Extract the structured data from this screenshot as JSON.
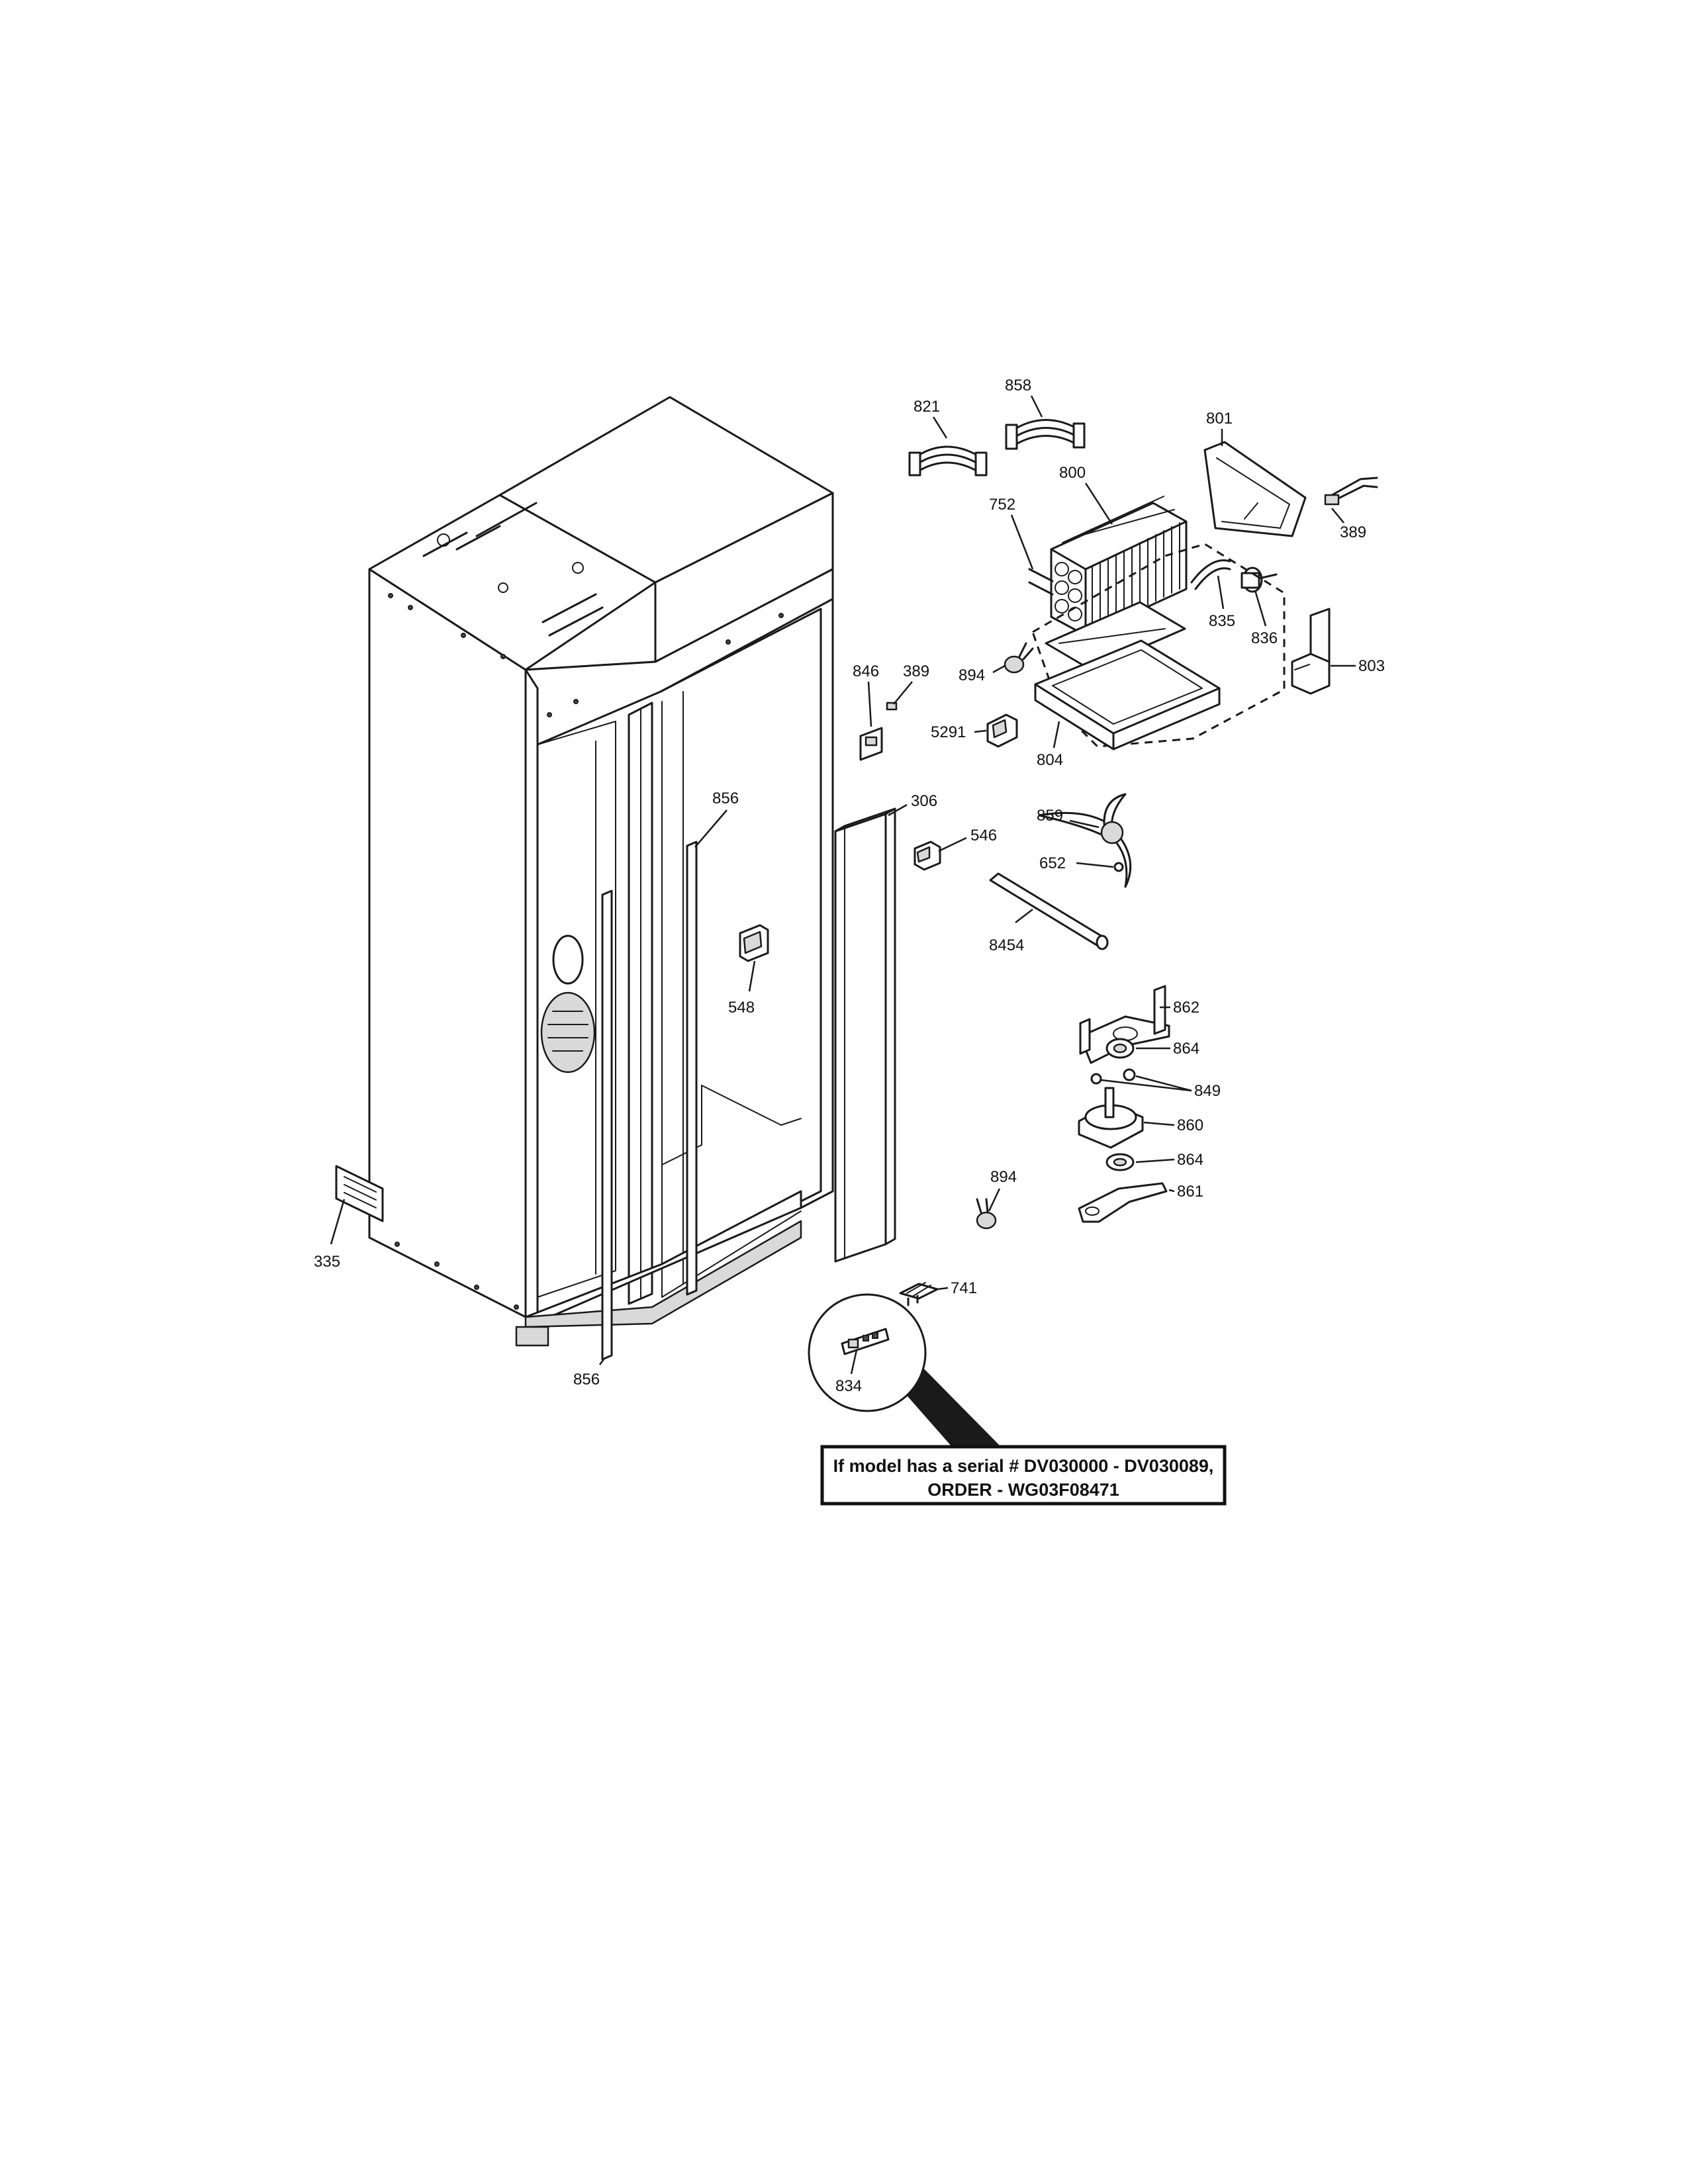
{
  "callouts": {
    "c821": "821",
    "c858": "858",
    "c801": "801",
    "c800": "800",
    "c752": "752",
    "c389a": "389",
    "c835": "835",
    "c836": "836",
    "c803": "803",
    "c846": "846",
    "c389b": "389",
    "c894a": "894",
    "c5291": "5291",
    "c804": "804",
    "c856a": "856",
    "c306": "306",
    "c546": "546",
    "c859": "859",
    "c652": "652",
    "c8454": "8454",
    "c548": "548",
    "c862": "862",
    "c864a": "864",
    "c849": "849",
    "c860": "860",
    "c864b": "864",
    "c861": "861",
    "c894b": "894",
    "c741": "741",
    "c335": "335",
    "c856b": "856",
    "c834": "834"
  },
  "note": {
    "line1": "If model has a serial # DV030000 - DV030089,",
    "line2": "ORDER - WG03F08471"
  }
}
